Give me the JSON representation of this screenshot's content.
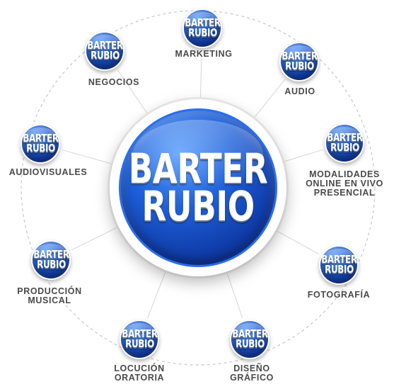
{
  "brand": {
    "line1": "BARTER",
    "line2": "RUBIO",
    "colors": {
      "primary": "#1e5fd8",
      "dark": "#0a2678",
      "label": "#4a4a4a",
      "ring": "#c8c8c8"
    }
  },
  "services": [
    {
      "id": "marketing",
      "lines": [
        "MARKETING"
      ]
    },
    {
      "id": "audio",
      "lines": [
        "AUDIO"
      ]
    },
    {
      "id": "modalidades",
      "lines": [
        "MODALIDADES",
        "ONLINE EN VIVO",
        "PRESENCIAL"
      ]
    },
    {
      "id": "fotografia",
      "lines": [
        "FOTOGRAFÍA"
      ]
    },
    {
      "id": "diseno",
      "lines": [
        "DISEÑO",
        "GRÁFICO"
      ]
    },
    {
      "id": "locucion",
      "lines": [
        "LOCUCIÓN",
        "ORATORIA"
      ]
    },
    {
      "id": "produccion",
      "lines": [
        "PRODUCCIÓN",
        "MUSICAL"
      ]
    },
    {
      "id": "audiovisuales",
      "lines": [
        "AUDIOVISUALES"
      ]
    },
    {
      "id": "negocios",
      "lines": [
        "NEGOCIOS"
      ]
    }
  ]
}
